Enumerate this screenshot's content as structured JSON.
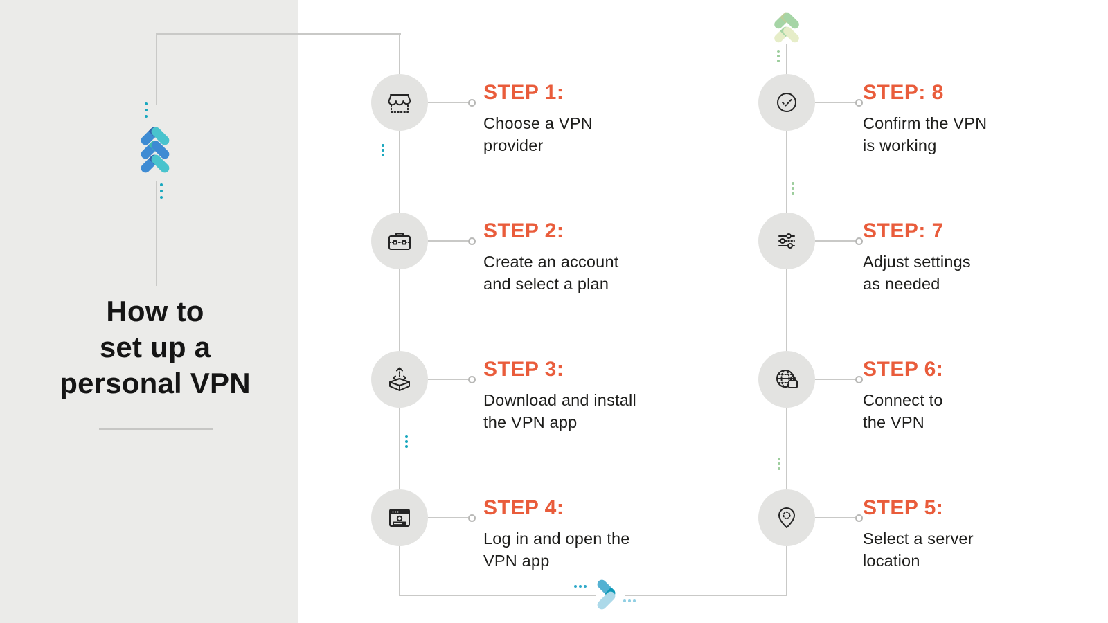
{
  "sidebar": {
    "title_lines": [
      "How to",
      "set up a",
      "personal VPN"
    ],
    "logo_icon": "triple-chevron-up-icon"
  },
  "steps": [
    {
      "label": "STEP 1:",
      "description": "Choose a VPN\nprovider",
      "icon": "storefront-icon",
      "column": "left",
      "row": 1
    },
    {
      "label": "STEP 2:",
      "description": "Create an account\nand select a plan",
      "icon": "briefcase-icon",
      "column": "left",
      "row": 2
    },
    {
      "label": "STEP 3:",
      "description": "Download and install\nthe VPN app",
      "icon": "install-box-icon",
      "column": "left",
      "row": 3
    },
    {
      "label": "STEP 4:",
      "description": "Log in and open the\nVPN app",
      "icon": "login-window-icon",
      "column": "left",
      "row": 4
    },
    {
      "label": "STEP 5:",
      "description": "Select a server\nlocation",
      "icon": "location-pin-icon",
      "column": "right",
      "row": 4
    },
    {
      "label": "STEP 6:",
      "description": "Connect to\nthe VPN",
      "icon": "globe-lock-icon",
      "column": "right",
      "row": 3
    },
    {
      "label": "STEP: 7",
      "description": "Adjust settings\nas needed",
      "icon": "sliders-icon",
      "column": "right",
      "row": 2
    },
    {
      "label": "STEP: 8",
      "description": "Confirm the VPN\nis working",
      "icon": "check-circle-icon",
      "column": "right",
      "row": 1
    }
  ],
  "decorations": {
    "top_right_logo_icon": "double-chevron-up-icon",
    "bottom_center_logo_icon": "chevron-right-icon"
  },
  "colors": {
    "accent_orange": "#E95C3B",
    "text_dark": "#1D1D1B",
    "sidebar_bg": "#EBEBE9",
    "circle_bg": "#E3E3E1",
    "line_gray": "#C9C9C7",
    "teal": "#49C3CD",
    "blue": "#3E8BD3",
    "navy": "#3565AE",
    "teal_green": "#3FBFAD",
    "green": "#A6D5A6",
    "olive_green": "#BFCD97",
    "pale_green": "#E6EDC8",
    "dot_teal": "#18A7BE",
    "dot_green": "#9CCD9C",
    "chevron_mid_blue": "#54B1D2",
    "chevron_dark_teal": "#0E9AB8",
    "chevron_light_blue": "#ACD9E9"
  }
}
